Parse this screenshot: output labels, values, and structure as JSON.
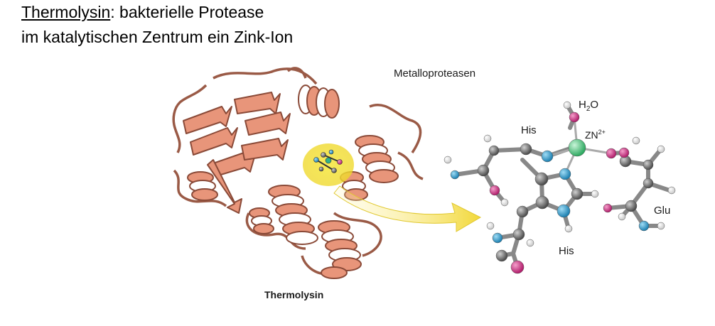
{
  "heading": {
    "term": "Thermolysin",
    "line1_rest": ": bakterielle Protease",
    "line2": "im katalytischen Zentrum ein Zink-Ion"
  },
  "figure": {
    "title": "Metalloproteasen",
    "protein_label": "Thermolysin",
    "water_label_H": "H",
    "water_label_sub": "2",
    "water_label_O": "O",
    "zinc_label_base": "ZN",
    "zinc_label_sup": "2+",
    "residue_his_top": "His",
    "residue_his_bottom": "His",
    "residue_glu": "Glu"
  },
  "colors": {
    "ribbon": "#e8957a",
    "ribbon_edge": "#8a4a38",
    "highlight": "#f2e23a",
    "carbon": "#7a7a7a",
    "nitrogen": "#3aa6d8",
    "oxygen": "#d83a8c",
    "hydrogen": "#f4f4f4",
    "zinc": "#5fd38a"
  }
}
